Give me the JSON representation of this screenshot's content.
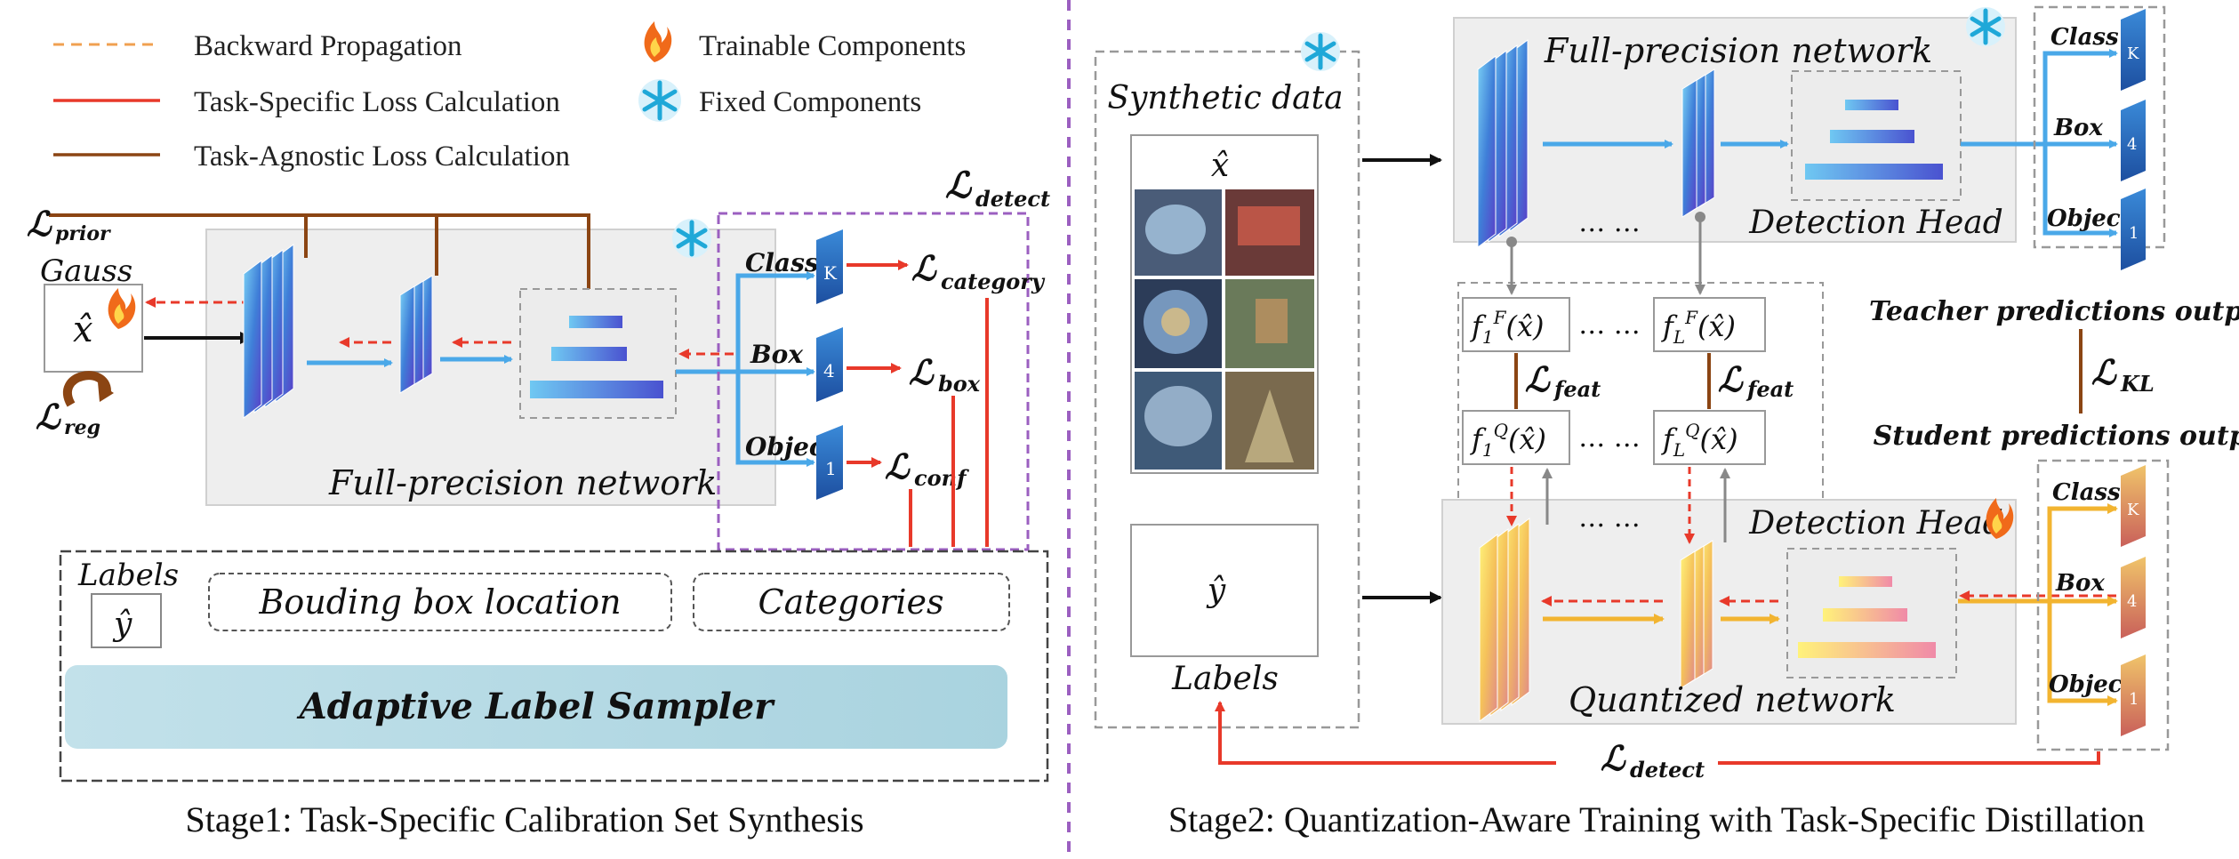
{
  "legend": {
    "backward": "Backward Propagation",
    "task_specific": "Task-Specific Loss Calculation",
    "task_agnostic": "Task-Agnostic Loss Calculation",
    "trainable": "Trainable Components",
    "fixed": "Fixed Components"
  },
  "stage1": {
    "caption": "Stage1: Task-Specific Calibration Set Synthesis",
    "loss_prior": "prior",
    "gauss": "Gauss",
    "x_hat": "x̂",
    "loss_reg": "reg",
    "network_label": "Full-precision network",
    "loss_detect": "detect",
    "out_class": "Class",
    "out_box": "Box",
    "out_object": "Object",
    "badge_k": "K",
    "badge_4": "4",
    "badge_1": "1",
    "loss_category": "category",
    "loss_box": "box",
    "loss_conf": "conf",
    "labels_title": "Labels",
    "y_hat": "ŷ",
    "bbox_location": "Bouding box location",
    "categories": "Categories",
    "sampler": "Adaptive Label Sampler"
  },
  "stage2": {
    "caption": "Stage2: Quantization-Aware Training with Task-Specific Distillation",
    "synthetic_data": "Synthetic data",
    "x_hat": "x̂",
    "labels": "Labels",
    "y_hat": "ŷ",
    "fp_network": "Full-precision network",
    "detection_head_top": "Detection Head",
    "detection_head_bottom": "Detection Head",
    "q_network": "Quantized  network",
    "dots": "… …",
    "f1F": "f",
    "feat_sub": "feat",
    "kl_sub": "KL",
    "detect_sub": "detect",
    "teacher": "Teacher predictions output",
    "student": "Student predictions output",
    "out_class": "Class",
    "out_box": "Box",
    "out_object": "Object",
    "badge_k": "K",
    "badge_4": "4",
    "badge_1": "1"
  },
  "colors": {
    "blue_arrow": "#4aa8e8",
    "red_loss": "#e8392a",
    "brown_loss": "#8b4513",
    "orange_dashed": "#f0a050",
    "yellow_arrow": "#f2b430",
    "sampler_fill": "#b9dbe6",
    "divider": "#9b5fc0"
  }
}
